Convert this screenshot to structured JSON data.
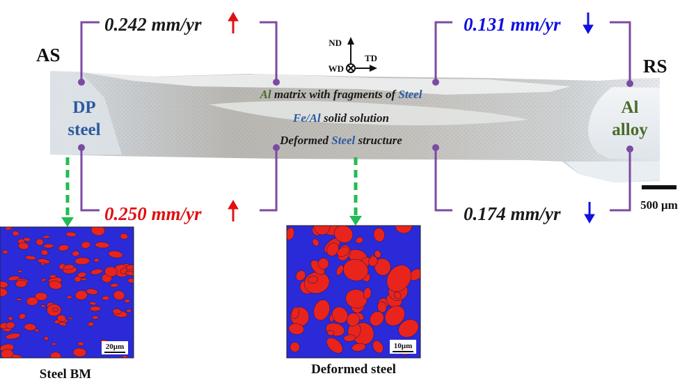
{
  "labels": {
    "as": "AS",
    "rs": "RS",
    "dp_line1": "DP",
    "dp_line2": "steel",
    "al_line1": "Al",
    "al_line2": "alloy",
    "steel_bm": "Steel BM",
    "deformed_steel": "Deformed steel",
    "scalebar_main": "500 µm",
    "scalebar_bm": "20µm",
    "scalebar_def": "10µm"
  },
  "rates": {
    "top_left": {
      "value": "0.242 mm/yr",
      "trend": "up",
      "color": "#1a1a1a",
      "arrow_color": "#e01010"
    },
    "bottom_left": {
      "value": "0.250 mm/yr",
      "trend": "up",
      "color": "#e01010",
      "arrow_color": "#e01010"
    },
    "top_right": {
      "value": "0.131 mm/yr",
      "trend": "down",
      "color": "#1010e0",
      "arrow_color": "#1010e0"
    },
    "bottom_right": {
      "value": "0.174 mm/yr",
      "trend": "down",
      "color": "#1a1a1a",
      "arrow_color": "#1010e0"
    }
  },
  "zones": {
    "z1": {
      "p1": "Al",
      "p2": " matrix with fragments of ",
      "p3": "Steel"
    },
    "z2": {
      "p1": "Fe/Al",
      "p2": " solid solution"
    },
    "z3": {
      "p1": "Deformed ",
      "p2": "Steel",
      "p3": " structure"
    }
  },
  "axes": {
    "nd": "ND",
    "td": "TD",
    "wd": "WD"
  },
  "colors": {
    "bracket": "#7b4aa3",
    "green_dash": "#22bb55",
    "phase_red": "#e8241c",
    "phase_blue": "#2a2ad8",
    "al_text": "#4a6b2a",
    "steel_text": "#2c5aa0"
  }
}
